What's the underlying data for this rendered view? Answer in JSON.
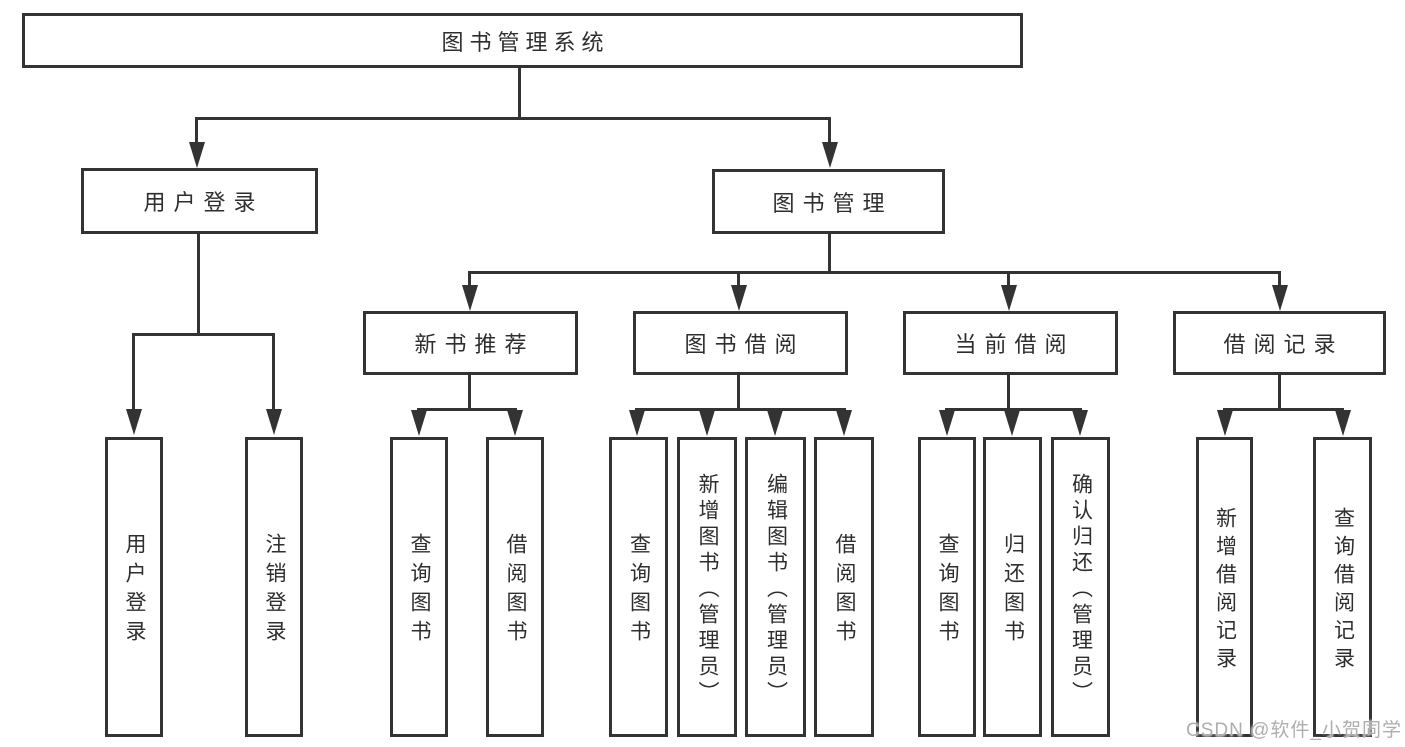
{
  "tree": {
    "root": {
      "label": "图书管理系统"
    },
    "children": [
      {
        "label": "用户登录",
        "children": [
          {
            "label": "用户登录"
          },
          {
            "label": "注销登录"
          }
        ]
      },
      {
        "label": "图书管理",
        "children": [
          {
            "label": "新书推荐",
            "children": [
              {
                "label": "查询图书"
              },
              {
                "label": "借阅图书"
              }
            ]
          },
          {
            "label": "图书借阅",
            "children": [
              {
                "label": "查询图书"
              },
              {
                "label": "新增图书（管理员）"
              },
              {
                "label": "编辑图书（管理员）"
              },
              {
                "label": "借阅图书"
              }
            ]
          },
          {
            "label": "当前借阅",
            "children": [
              {
                "label": "查询图书"
              },
              {
                "label": "归还图书"
              },
              {
                "label": "确认归还（管理员）"
              }
            ]
          },
          {
            "label": "借阅记录",
            "children": [
              {
                "label": "新增借阅记录"
              },
              {
                "label": "查询借阅记录"
              }
            ]
          }
        ]
      }
    ]
  },
  "watermark": {
    "text": "CSDN @软件_小贺同学"
  },
  "colors": {
    "line": "#333333",
    "text": "#2e2e2e",
    "watermark": "#aeaeae",
    "background": "#ffffff"
  }
}
